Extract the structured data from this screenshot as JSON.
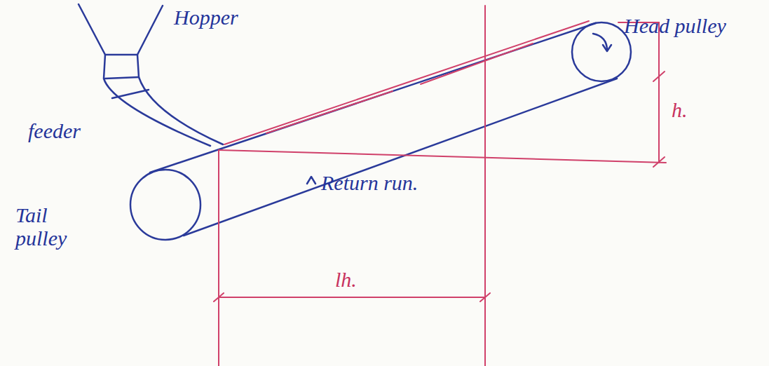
{
  "diagram": {
    "labels": [
      "Hopper",
      "Head pulley",
      "feeder",
      "h.",
      "Return run.",
      "Tail pulley",
      "lh."
    ]
  }
}
